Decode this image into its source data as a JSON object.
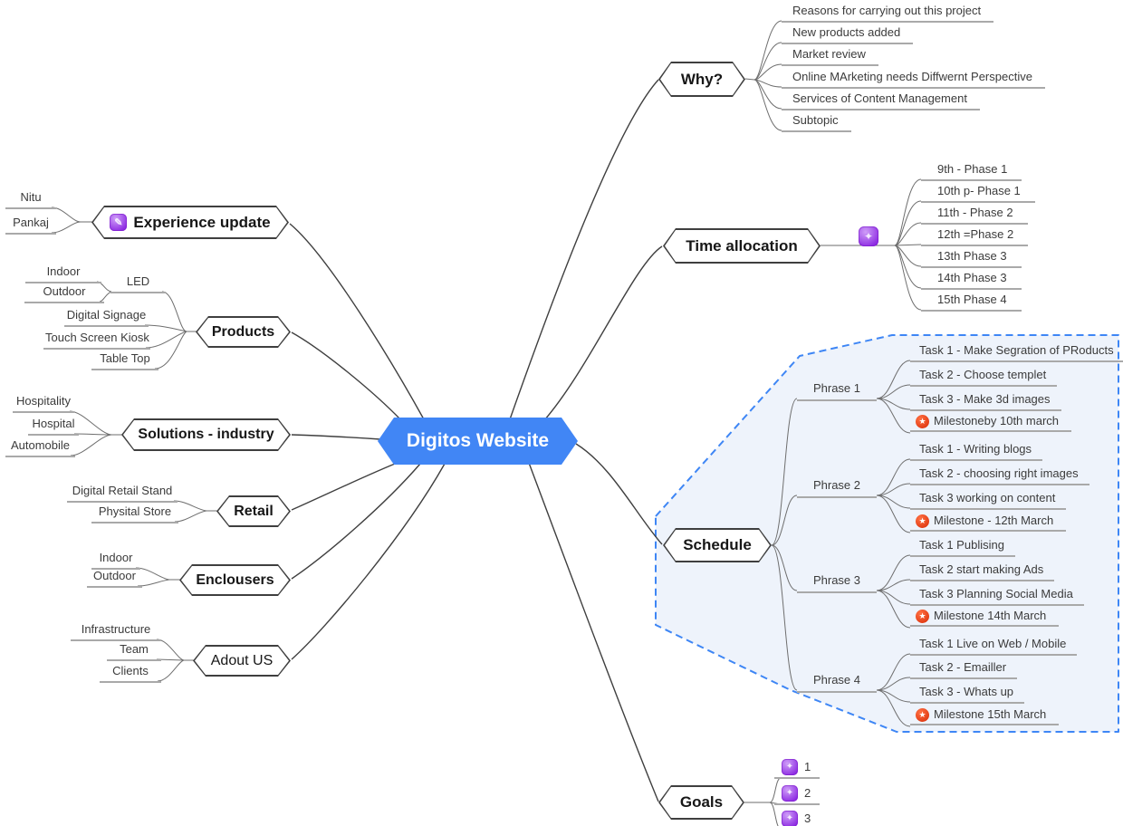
{
  "root": {
    "label": "Digitos Website"
  },
  "branches": {
    "why": {
      "label": "Why?",
      "children": [
        "Reasons for carrying out this project",
        "New products added",
        "Market review",
        "Online MArketing needs Diffwernt Perspective",
        "Services of Content Management",
        "Subtopic"
      ]
    },
    "time": {
      "label": "Time allocation",
      "marker": "purple-gem-icon",
      "children": [
        "9th - Phase 1",
        "10th p- Phase 1",
        "11th - Phase 2",
        "12th =Phase 2",
        "13th Phase 3",
        "14th Phase 3",
        "15th Phase 4"
      ]
    },
    "schedule": {
      "label": "Schedule",
      "phases": [
        {
          "label": "Phrase 1",
          "tasks": [
            "Task 1 - Make Segration of PRoducts",
            "Task 2 - Choose templet",
            "Task 3 - Make 3d images"
          ],
          "milestone": "Milestoneby 10th march"
        },
        {
          "label": "Phrase 2",
          "tasks": [
            "Task 1 - Writing blogs",
            "Task 2 - choosing right images",
            "Task 3 working on content"
          ],
          "milestone": "Milestone - 12th March"
        },
        {
          "label": "Phrase 3",
          "tasks": [
            "Task 1 Publising",
            "Task 2 start making Ads",
            "Task 3 Planning Social Media"
          ],
          "milestone": "Milestone 14th March"
        },
        {
          "label": "Phrase 4",
          "tasks": [
            "Task 1 Live on Web / Mobile",
            "Task 2 - Emailler",
            "Task 3 - Whats up"
          ],
          "milestone": "Milestone 15th March"
        }
      ]
    },
    "goals": {
      "label": "Goals",
      "children": [
        "1",
        "2",
        "3"
      ]
    },
    "experience": {
      "label": "Experience update",
      "marker": "purple-pen-icon",
      "children": [
        "Nitu",
        "Pankaj"
      ]
    },
    "products": {
      "label": "Products",
      "led": {
        "label": "LED",
        "children": [
          "Indoor",
          "Outdoor"
        ]
      },
      "children": [
        "Digital Signage",
        "Touch Screen Kiosk",
        "Table Top"
      ]
    },
    "solutions": {
      "label": "Solutions - industry",
      "children": [
        "Hospitality",
        "Hospital",
        "Automobile"
      ]
    },
    "retail": {
      "label": "Retail",
      "children": [
        "Digital Retail Stand",
        "Physital Store"
      ]
    },
    "enclousers": {
      "label": "Enclousers",
      "children": [
        "Indoor",
        "Outdoor"
      ]
    },
    "about": {
      "label": "Adout US",
      "children": [
        "Infrastructure",
        "Team",
        "Clients"
      ]
    }
  },
  "colors": {
    "central_fill": "#4186F5",
    "node_border": "#3F3F3F",
    "underline": "#A9A9A9",
    "boundary_stroke": "#3E86F5",
    "boundary_fill": "#EEF3FB",
    "milestone_icon": "#E23C15",
    "marker_purple": "#8E2DE2"
  }
}
